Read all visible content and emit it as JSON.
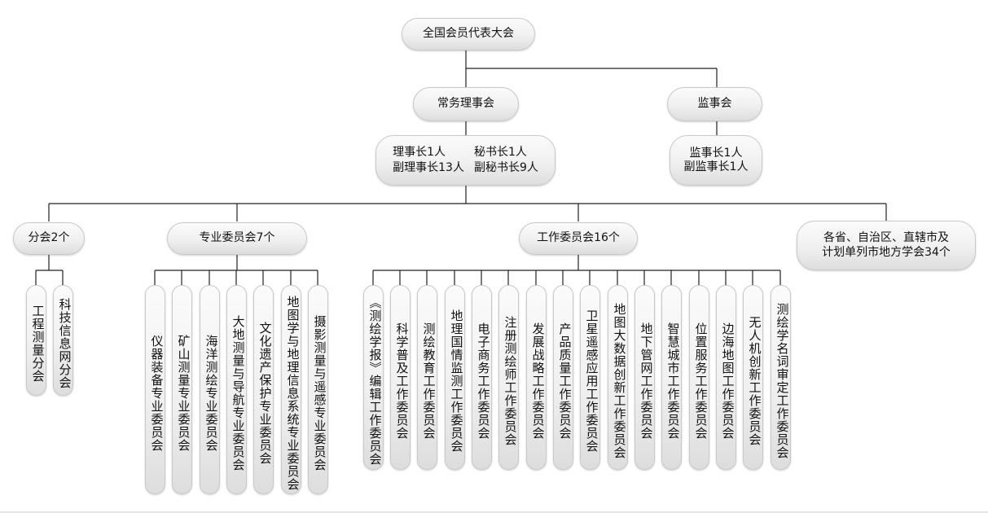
{
  "root": "全国会员代表大会",
  "council": "常务理事会",
  "supervisory": "监事会",
  "council_officers": [
    "理事长1人",
    "秘书长1人",
    "副理事长13人",
    "副秘书长9人"
  ],
  "supervisory_officers": [
    "监事长1人",
    "副监事长1人"
  ],
  "branches": {
    "label": "分会2个",
    "items": [
      "工程测量分会",
      "科技信息网分会"
    ]
  },
  "professional": {
    "label": "专业委员会7个",
    "items": [
      "仪器装备专业委员会",
      "矿山测量专业委员会",
      "海洋测绘专业委员会",
      "大地测量与导航专业委员会",
      "文化遗产保护专业委员会",
      "地图学与地理信息系统专业委员会",
      "摄影测量与遥感专业委员会"
    ]
  },
  "working": {
    "label": "工作委员会16个",
    "items": [
      "《测绘学报》编辑工作委员会",
      "科学普及工作委员会",
      "测绘教育工作委员会",
      "地理国情监测工作委员会",
      "电子商务工作委员会",
      "注册测绘师工作委员会",
      "发展战略工作委员会",
      "产品质量工作委员会",
      "卫星遥感应用工作委员会",
      "地图大数据创新工作委员会",
      "地下管网工作委员会",
      "智慧城市工作委员会",
      "位置服务工作委员会",
      "边海地图工作委员会",
      "无人机创新工作委员会",
      "测绘学名词审定工作委员会"
    ]
  },
  "provincial": [
    "各省、自治区、直辖市及",
    "计划单列市地方学会34个"
  ]
}
